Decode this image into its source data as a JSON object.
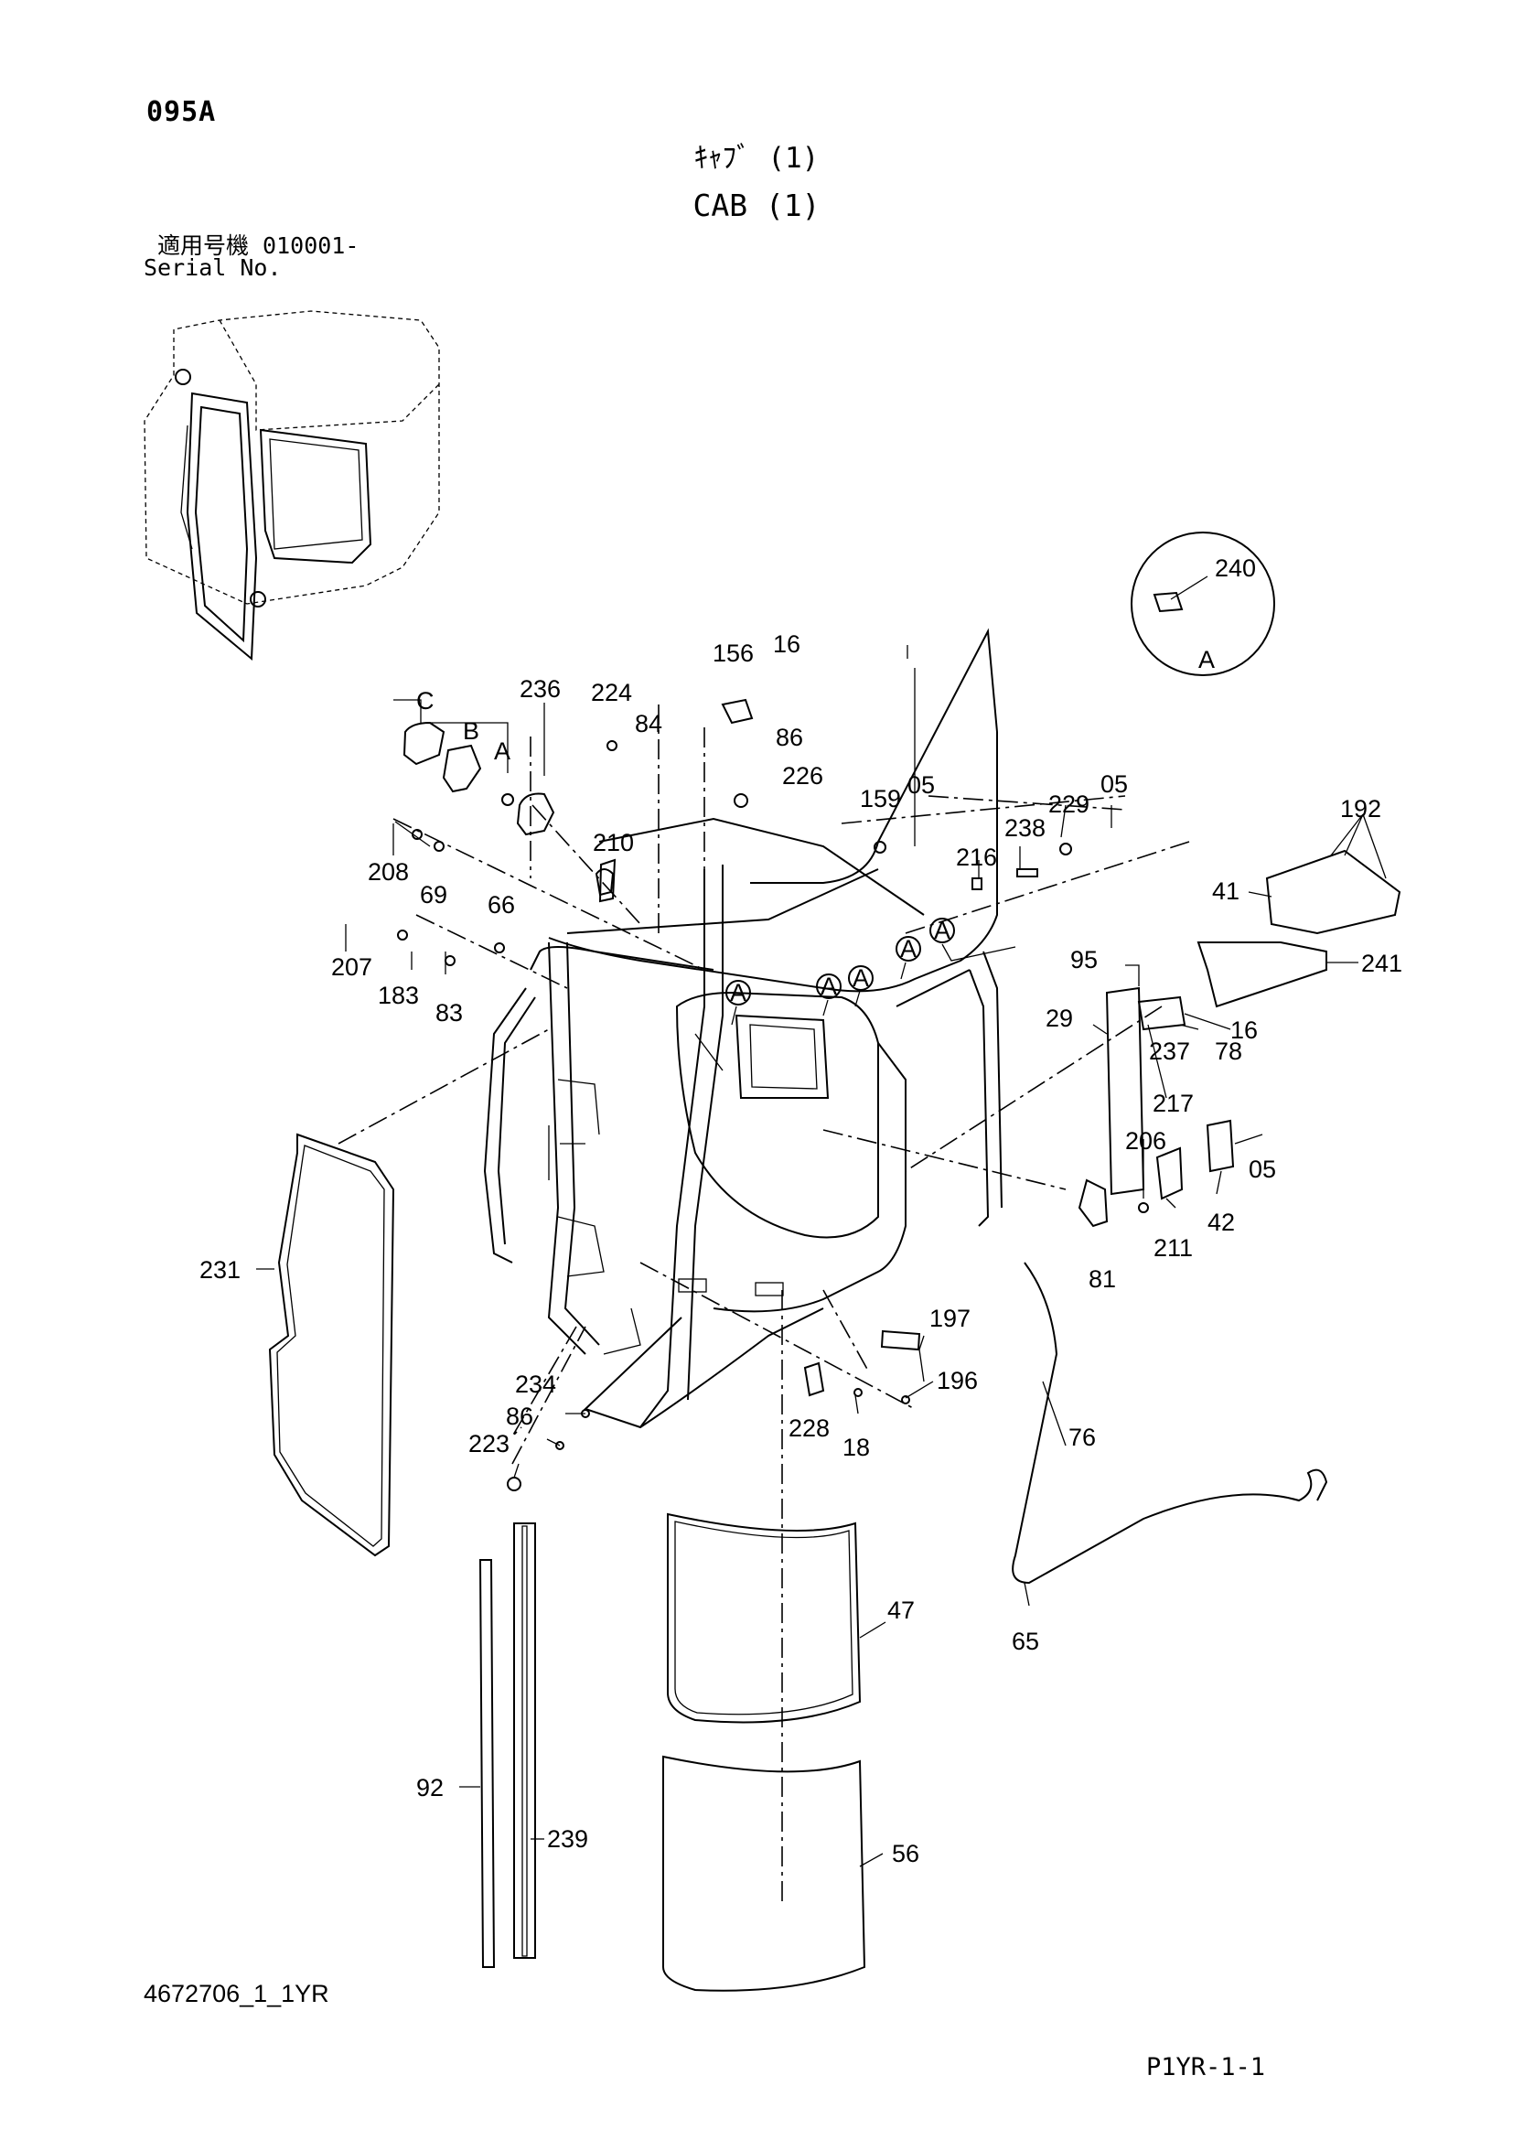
{
  "header": {
    "page_code": "095A",
    "title_jp": "ｷｬﾌﾞ (1)",
    "title_en": "CAB (1)",
    "serial_label_jp": "適用号機 010001-",
    "serial_label_en": "Serial No."
  },
  "footer": {
    "doc_id": "4672706_1_1YR",
    "page_ref": "P1YR-1-1"
  },
  "detail_view": {
    "label": "A",
    "part": "240"
  },
  "callouts": [
    "A",
    "A",
    "A",
    "A",
    "A"
  ],
  "parts": {
    "p156": "156",
    "p16a": "16",
    "p86a": "86",
    "p226": "226",
    "p236": "236",
    "pC": "C",
    "pB": "B",
    "pA": "A",
    "p224": "224",
    "p84": "84",
    "p210": "210",
    "p208": "208",
    "p69": "69",
    "p66": "66",
    "p207": "207",
    "p183": "183",
    "p83": "83",
    "p159": "159",
    "p05a": "05",
    "p216": "216",
    "p238": "238",
    "p229": "229",
    "p05b": "05",
    "p192": "192",
    "p41": "41",
    "p241": "241",
    "p95": "95",
    "p29": "29",
    "p16b": "16",
    "p237": "237",
    "p78": "78",
    "p217": "217",
    "p206": "206",
    "p05c": "05",
    "p42": "42",
    "p211": "211",
    "p81": "81",
    "p231": "231",
    "p197": "197",
    "p196": "196",
    "p234": "234",
    "p86b": "86",
    "p223": "223",
    "p228": "228",
    "p18": "18",
    "p76": "76",
    "p65": "65",
    "p47": "47",
    "p92": "92",
    "p239": "239",
    "p56": "56"
  }
}
